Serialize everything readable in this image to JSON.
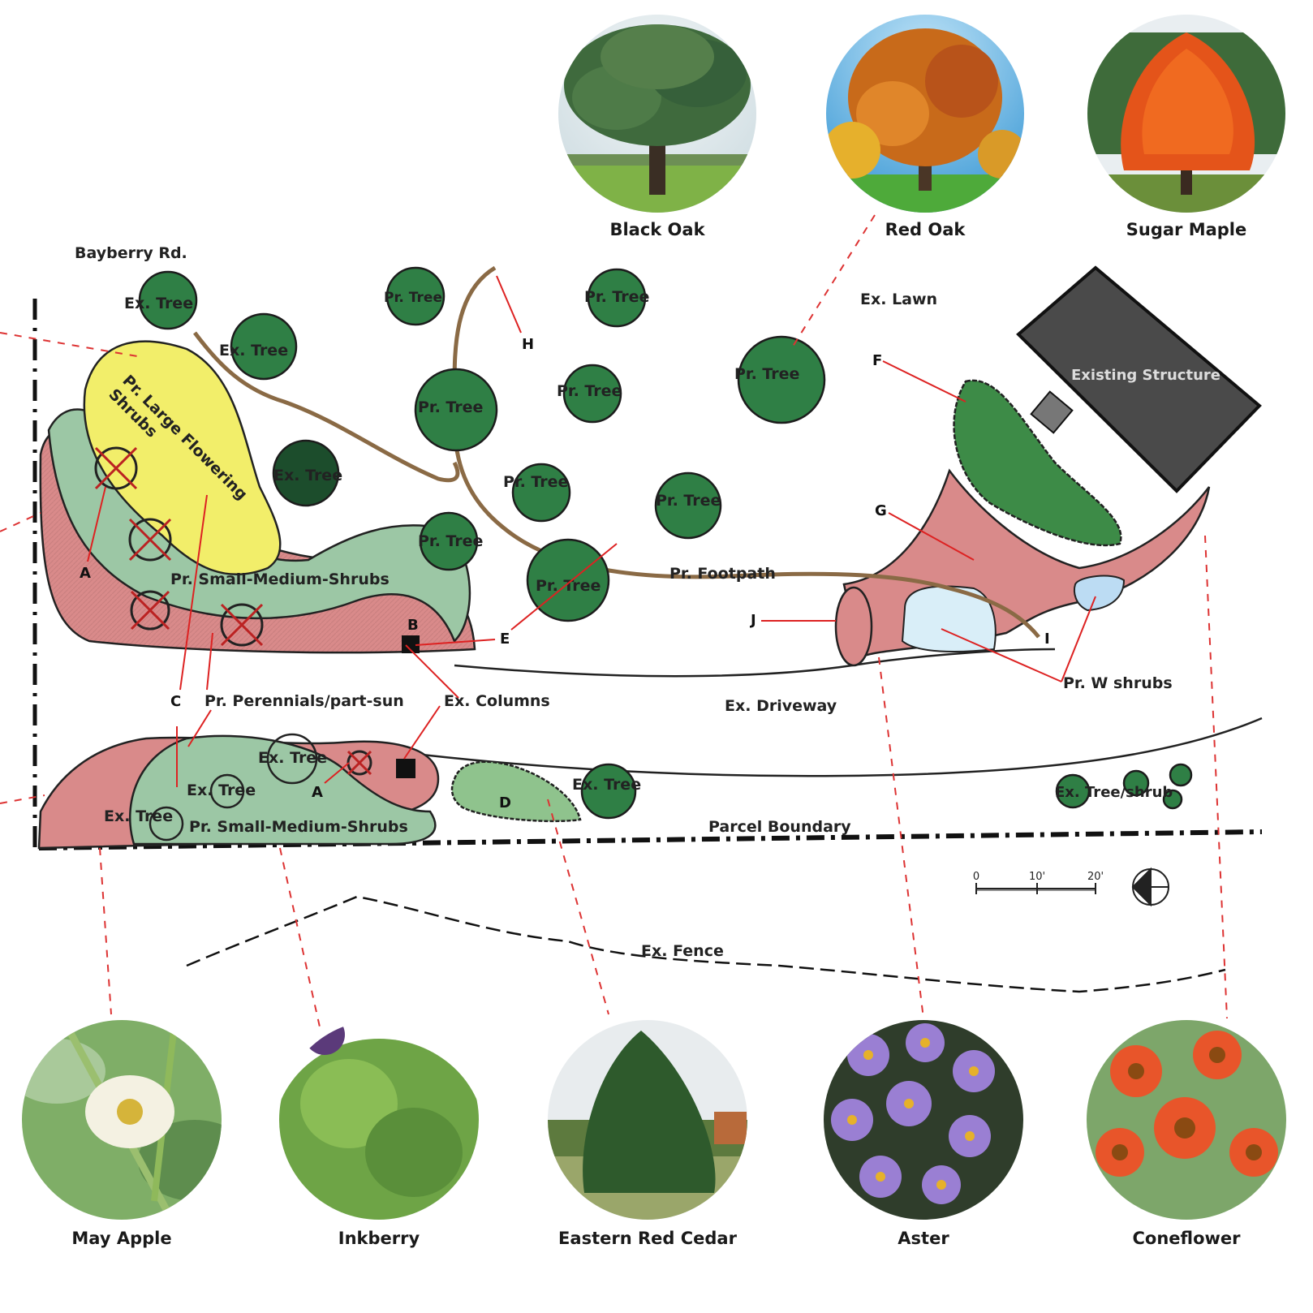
{
  "colors": {
    "tree_green": "#2f7f45",
    "dark_tree": "#1c4d2c",
    "shrub_green": "#9cc7a5",
    "perennial_red": "#d98a8a",
    "flowering_yellow": "#f2ee6a",
    "path_brown": "#8a6a45",
    "structure_gray": "#4a4a4a",
    "leader_red": "#dd3333",
    "water_blue": "#d9eef8"
  },
  "top_photos": [
    {
      "name": "Black Oak",
      "icon": "oak-tree-photo"
    },
    {
      "name": "Red Oak",
      "icon": "autumn-oak-photo"
    },
    {
      "name": "Sugar Maple",
      "icon": "orange-maple-photo"
    }
  ],
  "bottom_photos": [
    {
      "name": "May Apple",
      "icon": "white-flower-photo"
    },
    {
      "name": "Inkberry",
      "icon": "green-shrub-photo"
    },
    {
      "name": "Eastern Red Cedar",
      "icon": "conifer-photo"
    },
    {
      "name": "Aster",
      "icon": "purple-aster-photo"
    },
    {
      "name": "Coneflower",
      "icon": "orange-coneflower-photo"
    }
  ],
  "plan": {
    "road": "Bayberry Rd.",
    "lawn": "Ex. Lawn",
    "structure": "Existing Structure",
    "footpath": "Pr. Footpath",
    "driveway": "Ex. Driveway",
    "parcel": "Parcel Boundary",
    "fence": "Ex. Fence",
    "columns": "Ex. Columns",
    "w_shrubs": "Pr. W shrubs",
    "perennials": "Pr. Perennials/part-sun",
    "small_medium_shrubs": "Pr. Small-Medium-Shrubs",
    "large_flowering_line1": "Pr. Large Flowering",
    "large_flowering_line2": "Shrubs",
    "ex_tree": "Ex. Tree",
    "pr_tree": "Pr. Tree",
    "ex_tree_shrub": "Ex. Tree/shrub",
    "scale": {
      "s0": "0",
      "s10": "10'",
      "s20": "20'"
    }
  },
  "keys": {
    "A": "A",
    "B": "B",
    "C": "C",
    "D": "D",
    "E": "E",
    "F": "F",
    "G": "G",
    "H": "H",
    "I": "I",
    "J": "J"
  }
}
